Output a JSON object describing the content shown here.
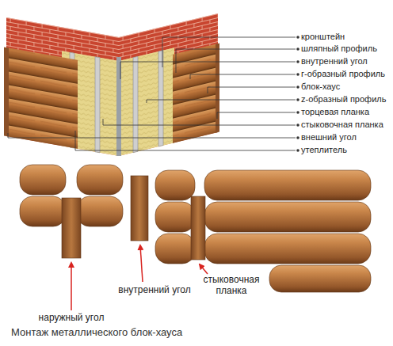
{
  "diagram": {
    "caption": "Монтаж металлического блок-хауса",
    "labels": [
      "кронштейн",
      "шляпный профиль",
      "внутренний угол",
      "г-образный профиль",
      "блок-хаус",
      "z-образный профиль",
      "торцевая планка",
      "стыковочная планка",
      "внешний угол",
      "утеплитель",
      "наружный угол",
      "внутренний угол",
      "стыковочная планка"
    ]
  }
}
